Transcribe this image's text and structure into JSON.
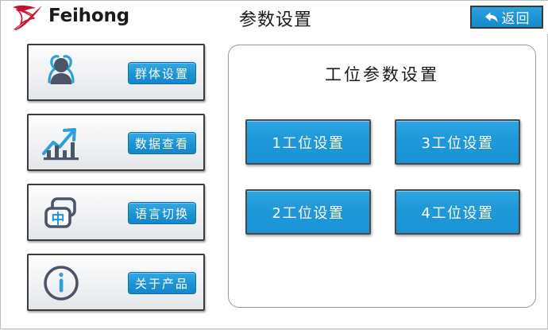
{
  "header": {
    "brand": "Feihong",
    "logo_icon": "feihong-bird-logo",
    "title": "参数设置",
    "back_button": {
      "label": "返回",
      "icon": "back-arrow-icon"
    }
  },
  "sidebar": {
    "items": [
      {
        "icon": "group-users-icon",
        "label": "群体设置"
      },
      {
        "icon": "chart-trending-up-icon",
        "label": "数据查看"
      },
      {
        "icon": "language-switch-icon",
        "label": "语言切换"
      },
      {
        "icon": "info-circle-icon",
        "label": "关于产品"
      }
    ]
  },
  "panel": {
    "title": "工位参数设置",
    "buttons": [
      {
        "label": "1工位设置"
      },
      {
        "label": "3工位设置"
      },
      {
        "label": "2工位设置"
      },
      {
        "label": "4工位设置"
      }
    ]
  },
  "colors": {
    "accent_blue": "#1f96d6",
    "button_blue": "#1a93d4",
    "logo_red": "#c8102e",
    "icon_slate": "#4a5568",
    "icon_blue": "#2b9fe0",
    "text_dark": "#1a1a1a",
    "panel_border": "#9a9a9a",
    "page_bg": "#ffffff"
  }
}
